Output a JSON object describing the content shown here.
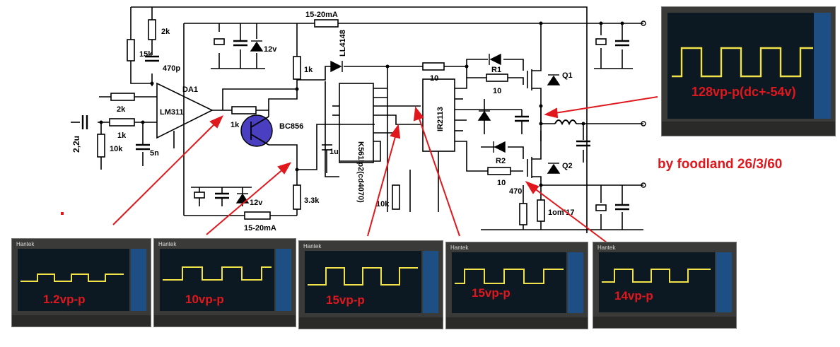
{
  "schematic": {
    "ics": {
      "comparator": "LM311",
      "comparator_ref": "DA1",
      "counter": "K561lp2(cd4070)",
      "driver": "IR2113"
    },
    "transistor": "BC856",
    "diode": "LL4148",
    "mosfets": [
      "Q1",
      "Q2"
    ],
    "gate_resistors": [
      "R1",
      "R2"
    ],
    "labels": {
      "r_2k_top": "2k",
      "r_15k": "15k",
      "c_470p": "470p",
      "r_1k_a": "1k",
      "r_2k_in": "2k",
      "c_2u2": "2,2u",
      "r_1k_in": "1k",
      "r_10k_in": "10k",
      "c_5n": "5n",
      "r_1k_base": "1k",
      "r_3k3": "3.3k",
      "c_1u": "1u",
      "r_10k_low": "10k",
      "r_10_top": "10",
      "r_10_r1": "10",
      "r_10_r2": "10",
      "r_470": "470",
      "r_1om17": "1om'17",
      "zener_top": "12v",
      "zener_bot": "12v",
      "current_top": "15-20mA",
      "current_bot": "15-20mA"
    }
  },
  "scopes": [
    {
      "caption": "1.2vp-p",
      "brand": "Hantek"
    },
    {
      "caption": "10vp-p",
      "brand": "Hantek"
    },
    {
      "caption": "15vp-p",
      "brand": "Hantek"
    },
    {
      "caption": "15vp-p",
      "brand": "Hantek"
    },
    {
      "caption": "14vp-p",
      "brand": "Hantek"
    },
    {
      "caption": "128vp-p(dc+-54v)",
      "brand": ""
    }
  ],
  "author": "by foodland 26/3/60",
  "colors": {
    "wire": "#000000",
    "arrow": "#e0181d",
    "caption": "#e0181d",
    "transistor_fill": "#4a3fc0",
    "trace": "#f2e24a"
  }
}
